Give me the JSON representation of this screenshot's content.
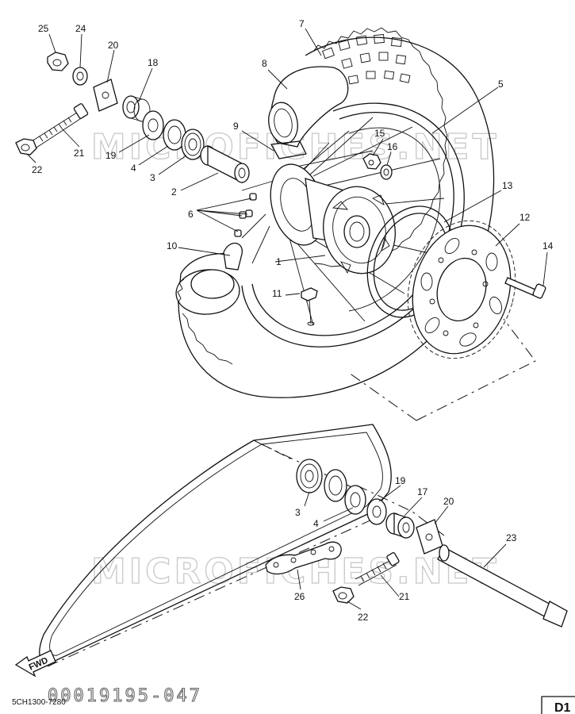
{
  "diagram": {
    "watermark": "MICROFICHES.NET",
    "handwritten_number": "00019195-047",
    "ref_code": "5CH1300-7280",
    "page_code": "D1",
    "fwd_label": "FWD"
  },
  "callouts": [
    {
      "id": "c25",
      "label": "25"
    },
    {
      "id": "c24",
      "label": "24"
    },
    {
      "id": "c20a",
      "label": "20"
    },
    {
      "id": "c18",
      "label": "18"
    },
    {
      "id": "c22a",
      "label": "22"
    },
    {
      "id": "c21a",
      "label": "21"
    },
    {
      "id": "c19a",
      "label": "19"
    },
    {
      "id": "c4a",
      "label": "4"
    },
    {
      "id": "c3a",
      "label": "3"
    },
    {
      "id": "c2",
      "label": "2"
    },
    {
      "id": "c6",
      "label": "6"
    },
    {
      "id": "c10",
      "label": "10"
    },
    {
      "id": "c1",
      "label": "1"
    },
    {
      "id": "c11",
      "label": "11"
    },
    {
      "id": "c7",
      "label": "7"
    },
    {
      "id": "c8",
      "label": "8"
    },
    {
      "id": "c9",
      "label": "9"
    },
    {
      "id": "c5",
      "label": "5"
    },
    {
      "id": "c15",
      "label": "15"
    },
    {
      "id": "c16",
      "label": "16"
    },
    {
      "id": "c13",
      "label": "13"
    },
    {
      "id": "c12",
      "label": "12"
    },
    {
      "id": "c14",
      "label": "14"
    },
    {
      "id": "c3b",
      "label": "3"
    },
    {
      "id": "c4b",
      "label": "4"
    },
    {
      "id": "c19b",
      "label": "19"
    },
    {
      "id": "c17",
      "label": "17"
    },
    {
      "id": "c20b",
      "label": "20"
    },
    {
      "id": "c23",
      "label": "23"
    },
    {
      "id": "c26",
      "label": "26"
    },
    {
      "id": "c21b",
      "label": "21"
    },
    {
      "id": "c22b",
      "label": "22"
    }
  ]
}
